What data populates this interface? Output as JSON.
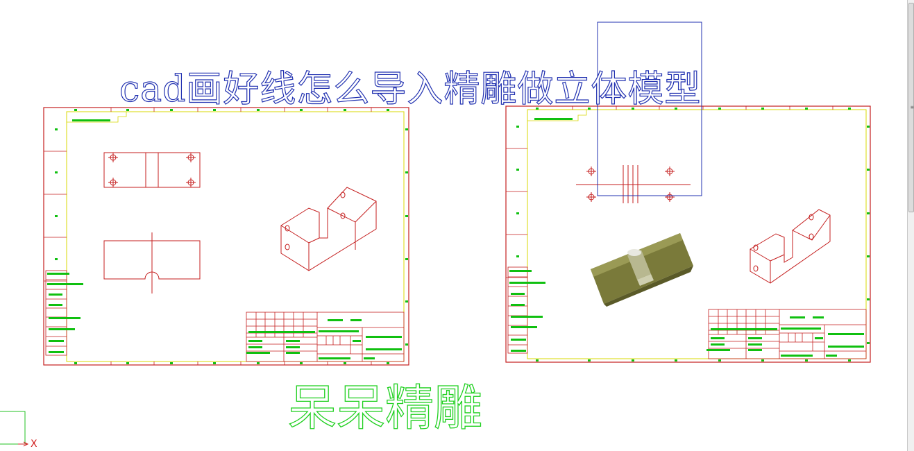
{
  "title": "cad画好线怎么导入精雕做立体模型",
  "signature": "呆呆精雕",
  "axis_label": "X",
  "colors": {
    "frame": "#c41e1e",
    "inner_border": "#d8d800",
    "text_green": "#10c010",
    "title_blue": "#2030b0",
    "solid_fill": "#7a7a3a"
  }
}
